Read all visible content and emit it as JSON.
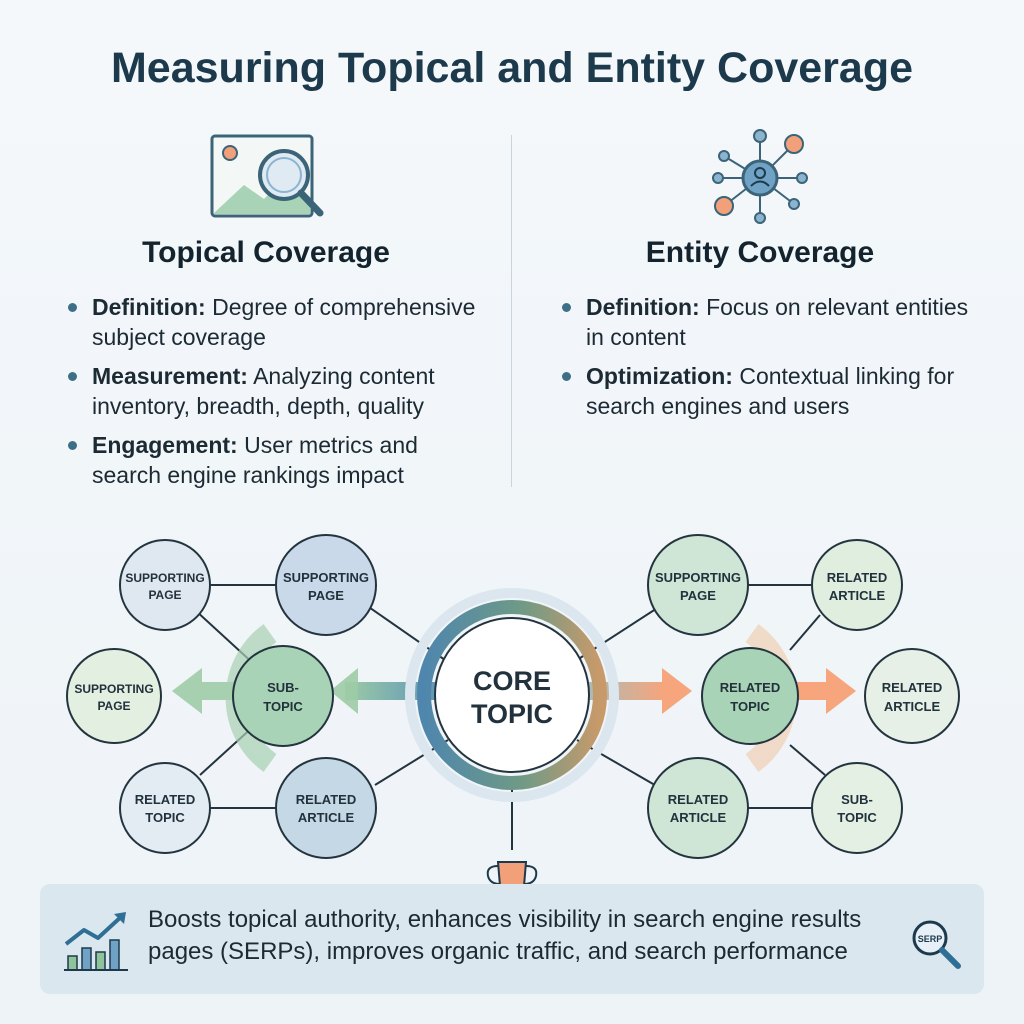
{
  "title": "Measuring Topical and Entity Coverage",
  "left_column": {
    "heading": "Topical Coverage",
    "icon": "image-magnifier-icon",
    "bullets": [
      {
        "term": "Definition:",
        "text": "Degree of comprehensive subject coverage"
      },
      {
        "term": "Measurement:",
        "text": "Analyzing content inventory, breadth, depth, quality"
      },
      {
        "term": "Engagement:",
        "text": "User metrics and search engine rankings impact"
      }
    ]
  },
  "right_column": {
    "heading": "Entity Coverage",
    "icon": "entity-network-icon",
    "bullets": [
      {
        "term": "Definition:",
        "text": "Focus on relevant entities in content"
      },
      {
        "term": "Optimization:",
        "text": "Contextual linking for search engines and users"
      }
    ]
  },
  "diagram": {
    "core": {
      "line1": "CORE",
      "line2": "TOPIC"
    },
    "left_nodes": {
      "supporting_page_top_left": {
        "line1": "SUPPORTING",
        "line2": "PAGE"
      },
      "supporting_page_top": {
        "line1": "SUPPORTING",
        "line2": "PAGE"
      },
      "supporting_page_left": {
        "line1": "SUPPORTING",
        "line2": "PAGE"
      },
      "subtopic": {
        "line1": "SUB-",
        "line2": "TOPIC"
      },
      "related_topic": {
        "line1": "RELATED",
        "line2": "TOPIC"
      },
      "related_article": {
        "line1": "RELATED",
        "line2": "ARTICLE"
      }
    },
    "right_nodes": {
      "supporting_page": {
        "line1": "SUPPORTING",
        "line2": "PAGE"
      },
      "related_article_top": {
        "line1": "RELATED",
        "line2": "ARTICLE"
      },
      "related_topic": {
        "line1": "RELATED",
        "line2": "TOPIC"
      },
      "related_article_right": {
        "line1": "RELATED",
        "line2": "ARTICLE"
      },
      "related_article_bottom": {
        "line1": "RELATED",
        "line2": "ARTICLE"
      },
      "subtopic": {
        "line1": "SUB-",
        "line2": "TOPIC"
      }
    },
    "trophy_icon": "trophy-icon"
  },
  "summary": {
    "text": "Boosts topical authority, enhances visibility in search engine results pages (SERPs), improves organic traffic, and search performance",
    "left_icon": "growth-chart-icon",
    "right_icon": "serp-magnifier-icon",
    "serp_badge": "SERP"
  },
  "colors": {
    "title": "#1d3a4c",
    "blue_node": "#d6e3ef",
    "green_node": "#d9ead9",
    "core_ring": "#4f86ad",
    "arrow_green": "#8fc49a",
    "arrow_orange": "#f2a57a"
  }
}
